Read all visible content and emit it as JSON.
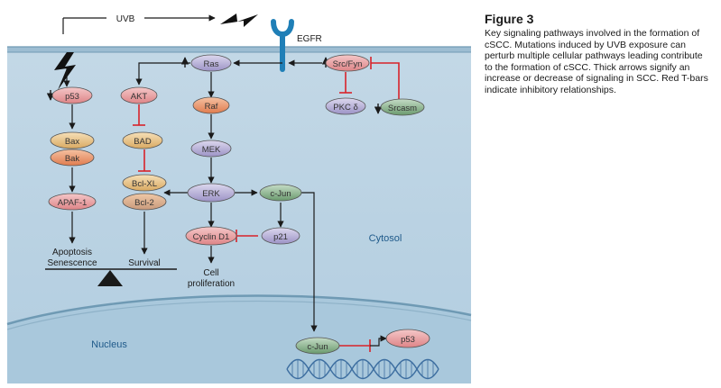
{
  "caption": {
    "title": "Figure 3",
    "text": "Key signaling pathways involved in the formation of cSCC. Mutations induced by UVB exposure can perturb multiple cellular pathways leading contribute to the formation of cSCC. Thick arrows signify an increase or decrease of signaling in SCC. Red T-bars indicate inhibitory relationships."
  },
  "diagram": {
    "uvb": "UVB",
    "egfr": "EGFR",
    "cytosol": "Cytosol",
    "nucleus": "Nucleus",
    "apoptosis": "Apoptosis",
    "senescence": "Senescence",
    "survival": "Survival",
    "cell_proliferation_1": "Cell",
    "cell_proliferation_2": "proliferation",
    "nodes": {
      "ras": "Ras",
      "src_fyn": "Src/Fyn",
      "pkc_delta": "PKC δ",
      "srcasm": "Srcasm",
      "p53": "p53",
      "akt": "AKT",
      "raf": "Raf",
      "bax": "Bax",
      "bak": "Bak",
      "bad": "BAD",
      "mek": "MEK",
      "bcl_xl": "Bcl-XL",
      "bcl_2": "Bcl-2",
      "erk": "ERK",
      "c_jun": "c-Jun",
      "apaf1": "APAF-1",
      "cyclin_d1": "Cyclin D1",
      "p21": "p21",
      "nuclear_c_jun": "c-Jun",
      "nuclear_p53": "p53"
    }
  },
  "colors": {
    "cytoplasm": "#b7d1e0",
    "nucleus": "#a7c7db",
    "membrane": "#6f9ab4",
    "inhibit": "#d8232a",
    "pink_node": "#e9a0a3",
    "orange_node": "#e89a72",
    "tan_node": "#e6c38f",
    "purple_node": "#b6afd6",
    "green_node": "#7faa82",
    "egfr": "#1f7fb7"
  }
}
